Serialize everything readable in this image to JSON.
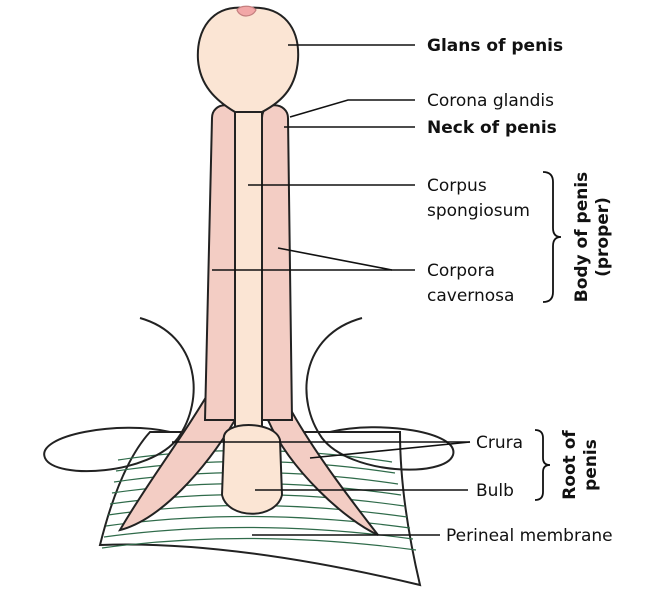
{
  "labels": {
    "glans": "Glans of penis",
    "corona": "Corona glandis",
    "neck": "Neck of penis",
    "spongiosum_1": "Corpus",
    "spongiosum_2": "spongiosum",
    "cavernosa_1": "Corpora",
    "cavernosa_2": "cavernosa",
    "crura": "Crura",
    "bulb": "Bulb",
    "perineal": "Perineal membrane"
  },
  "groups": {
    "body_1": "Body of penis",
    "body_2": "(proper)",
    "root_1": "Root of",
    "root_2": "penis"
  },
  "colors": {
    "glans_fill": "#fbe5d4",
    "cavernosa_fill": "#f3cdc4",
    "spongiosum_fill": "#fbe5d4",
    "fibre_lines": "#2f6b4a",
    "meatus": "#f2a7a7"
  }
}
